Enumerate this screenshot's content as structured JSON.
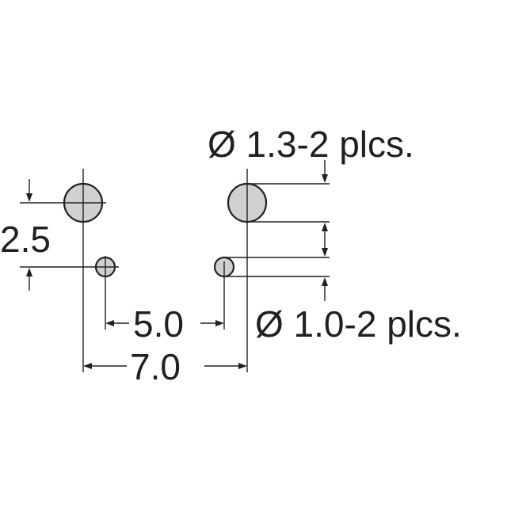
{
  "diagram": {
    "labels": {
      "large_hole": "Ø 1.3-2 plcs.",
      "small_hole": "Ø 1.0-2 plcs.",
      "vertical_offset": "2.5",
      "small_hole_spacing": "5.0",
      "large_hole_spacing": "7.0"
    },
    "colors": {
      "hole_fill": "#cfd0d2",
      "line": "#231f20",
      "background": "#ffffff"
    }
  }
}
